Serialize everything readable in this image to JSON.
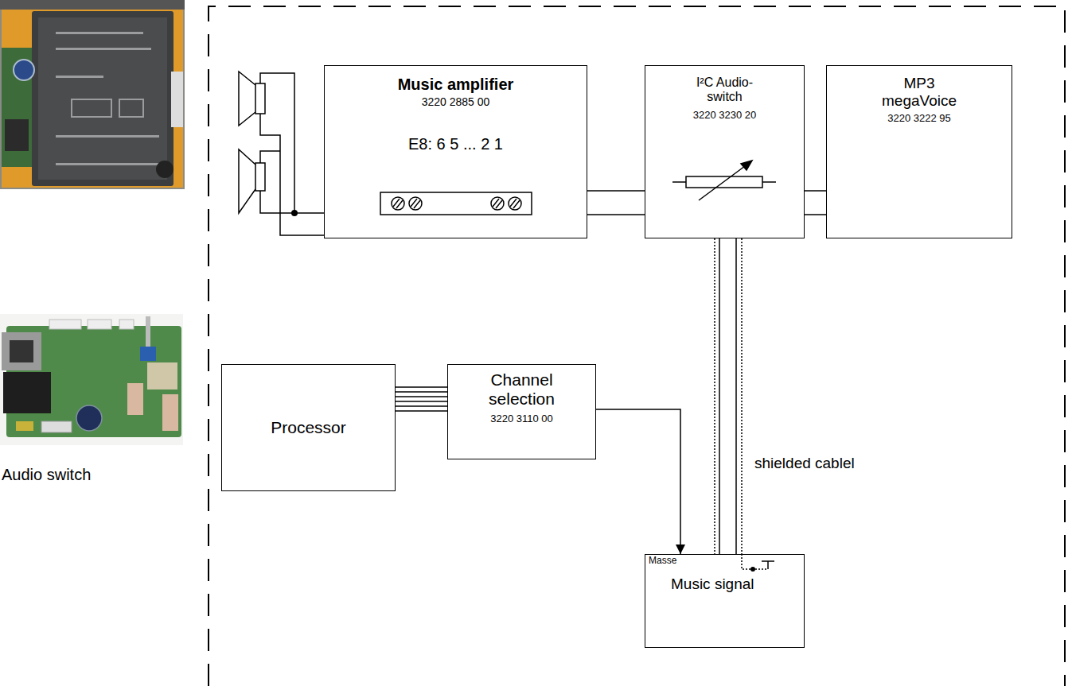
{
  "diagram": {
    "nodes": [
      {
        "text": [
          "Music amplifier",
          "3220 2885 00",
          "E8: 6 5 ... 2 1"
        ]
      },
      {
        "text": [
          "I²C Audio- switch",
          "3220 3230 20"
        ]
      },
      {
        "text": [
          "MP3 megaVoice",
          "3220 3222 95"
        ]
      },
      {
        "text": [
          "Processor"
        ]
      },
      {
        "text": [
          "Channel selection",
          "3220 3110 00"
        ]
      },
      {
        "text": [
          "Masse",
          "Music signal"
        ]
      }
    ],
    "edges": [
      {
        "from": 0,
        "to": 1,
        "arrow": "none"
      },
      {
        "from": 1,
        "to": 2,
        "arrow": "none"
      },
      {
        "from": 3,
        "to": 4,
        "arrow": "none"
      },
      {
        "from": 4,
        "to": 5,
        "arrow": "to"
      },
      {
        "from": 1,
        "to": 5,
        "arrow": "none"
      }
    ],
    "labels": [
      "Audio switch",
      "shielded cablel"
    ]
  }
}
